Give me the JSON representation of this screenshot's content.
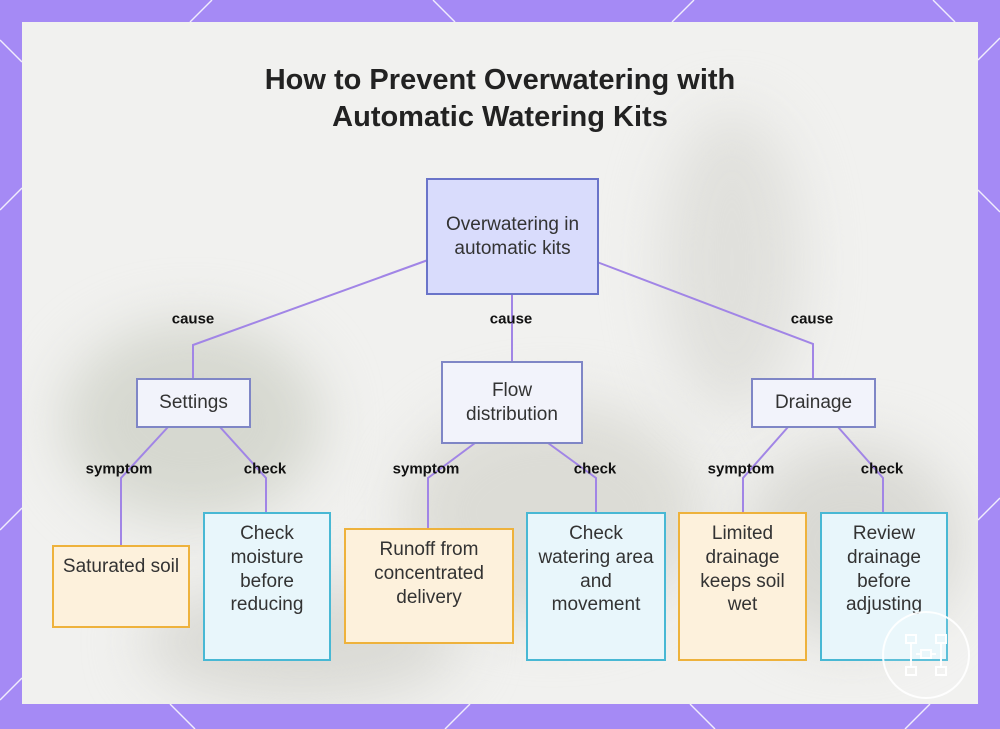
{
  "title": {
    "line1": "How to Prevent Overwatering with",
    "line2": "Automatic Watering Kits"
  },
  "root": {
    "label": "Overwatering in automatic kits"
  },
  "branches": [
    {
      "edge_label": "cause",
      "label": "Settings",
      "symptom": {
        "edge_label": "symptom",
        "label": "Saturated soil"
      },
      "check": {
        "edge_label": "check",
        "label": "Check moisture before reducing"
      }
    },
    {
      "edge_label": "cause",
      "label": "Flow distribution",
      "symptom": {
        "edge_label": "symptom",
        "label": "Runoff from concentrated delivery"
      },
      "check": {
        "edge_label": "check",
        "label": "Check watering area and movement"
      }
    },
    {
      "edge_label": "cause",
      "label": "Drainage",
      "symptom": {
        "edge_label": "symptom",
        "label": "Limited drainage keeps soil wet"
      },
      "check": {
        "edge_label": "check",
        "label": "Review drainage before adjusting"
      }
    }
  ],
  "colors": {
    "edge": "#a185e6",
    "root_fill": "#d9dcfc",
    "symptom_border": "#eeb23c",
    "check_border": "#48b8d4",
    "frame": "#a58af5"
  }
}
